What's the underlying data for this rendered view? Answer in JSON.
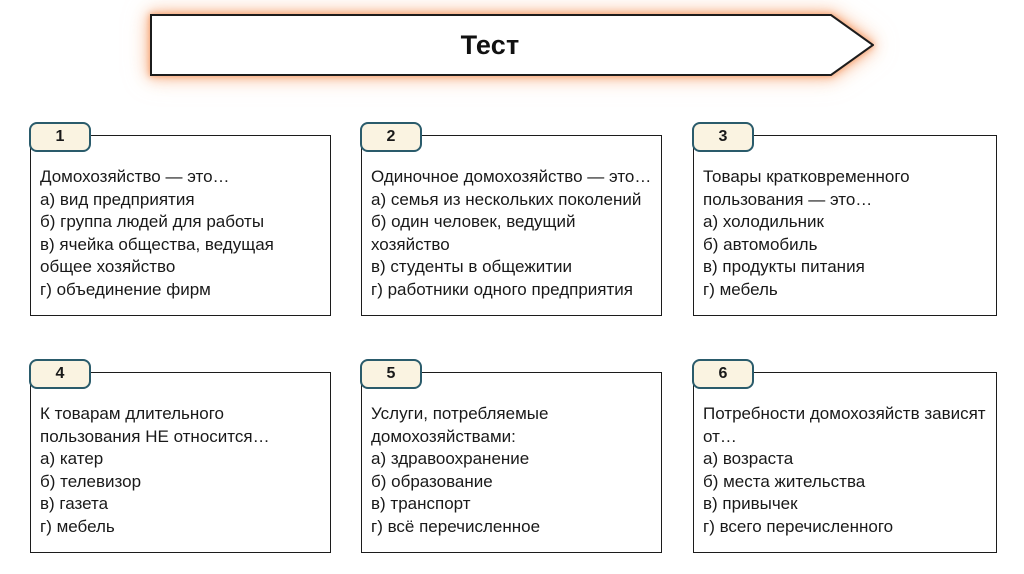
{
  "title": "Тест",
  "colors": {
    "banner_glow": "#f6a878",
    "banner_border": "#1c1c1c",
    "tab_fill": "#faf3e1",
    "tab_border": "#2a5b6b",
    "card_border": "#1c1c1c",
    "text": "#191919"
  },
  "cards": [
    {
      "number": "1",
      "question": "Домохозяйство — это…",
      "options": [
        "а) вид предприятия",
        "б) группа людей для работы",
        "в) ячейка общества, ведущая общее хозяйство",
        "г) объединение фирм"
      ]
    },
    {
      "number": "2",
      "question": "Одиночное домохозяйство — это…",
      "options": [
        "а) семья из нескольких поколений",
        "б) один человек, ведущий хозяйство",
        "в) студенты в общежитии",
        "г) работники одного предприятия"
      ]
    },
    {
      "number": "3",
      "question": "Товары кратковременного пользования — это…",
      "options": [
        "а) холодильник",
        "б) автомобиль",
        "в) продукты питания",
        "г) мебель"
      ]
    },
    {
      "number": "4",
      "question": "К товарам длительного пользования НЕ относится…",
      "options": [
        "а) катер",
        "б) телевизор",
        "в) газета",
        "г) мебель"
      ]
    },
    {
      "number": "5",
      "question": "Услуги, потребляемые домохозяйствами:",
      "options": [
        "а) здравоохранение",
        "б) образование",
        "в) транспорт",
        "г) всё перечисленное"
      ]
    },
    {
      "number": "6",
      "question": "Потребности домохозяйств зависят от…",
      "options": [
        "а) возраста",
        "б) места жительства",
        "в) привычек",
        "г) всего перечисленного"
      ]
    }
  ]
}
